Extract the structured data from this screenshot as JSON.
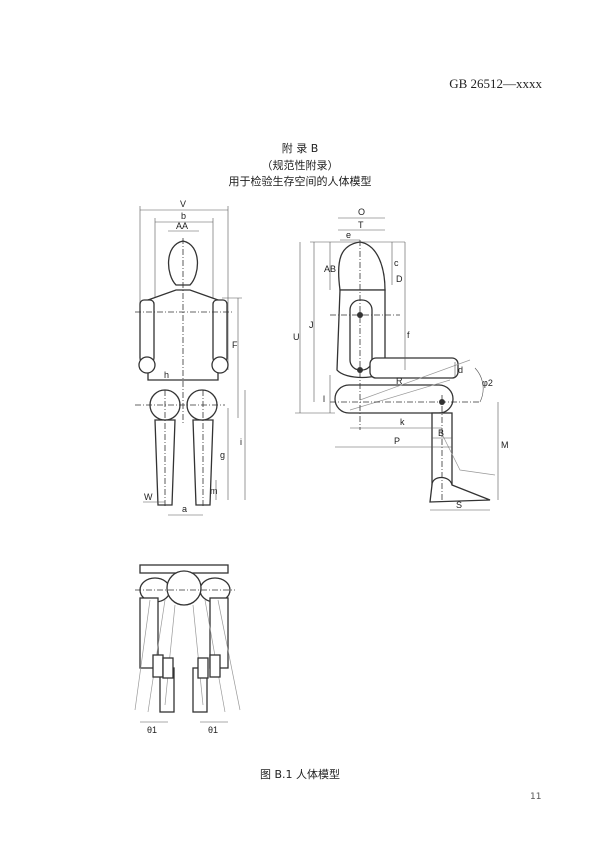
{
  "header": {
    "standard_no": "GB 26512—xxxx"
  },
  "annex": {
    "title": "附 录 B",
    "type": "（规范性附录）",
    "subtitle": "用于检验生存空间的人体模型"
  },
  "figure": {
    "caption": "图 B.1  人体模型",
    "front_labels": {
      "V": "V",
      "b": "b",
      "AA": "AA",
      "h": "h",
      "F": "F",
      "g": "g",
      "i": "i",
      "m": "m",
      "W": "W",
      "a": "a"
    },
    "side_labels": {
      "O": "O",
      "T": "T",
      "e": "e",
      "AB": "AB",
      "c": "c",
      "D": "D",
      "U": "U",
      "J": "J",
      "f": "f",
      "d": "d",
      "R": "R",
      "phi2": "φ2",
      "l": "l",
      "k": "k",
      "B": "B",
      "P": "P",
      "M": "M",
      "S": "S"
    },
    "top_labels": {
      "theta1_left": "θ1",
      "theta1_right": "θ1"
    }
  },
  "footer": {
    "page_number": "11"
  }
}
